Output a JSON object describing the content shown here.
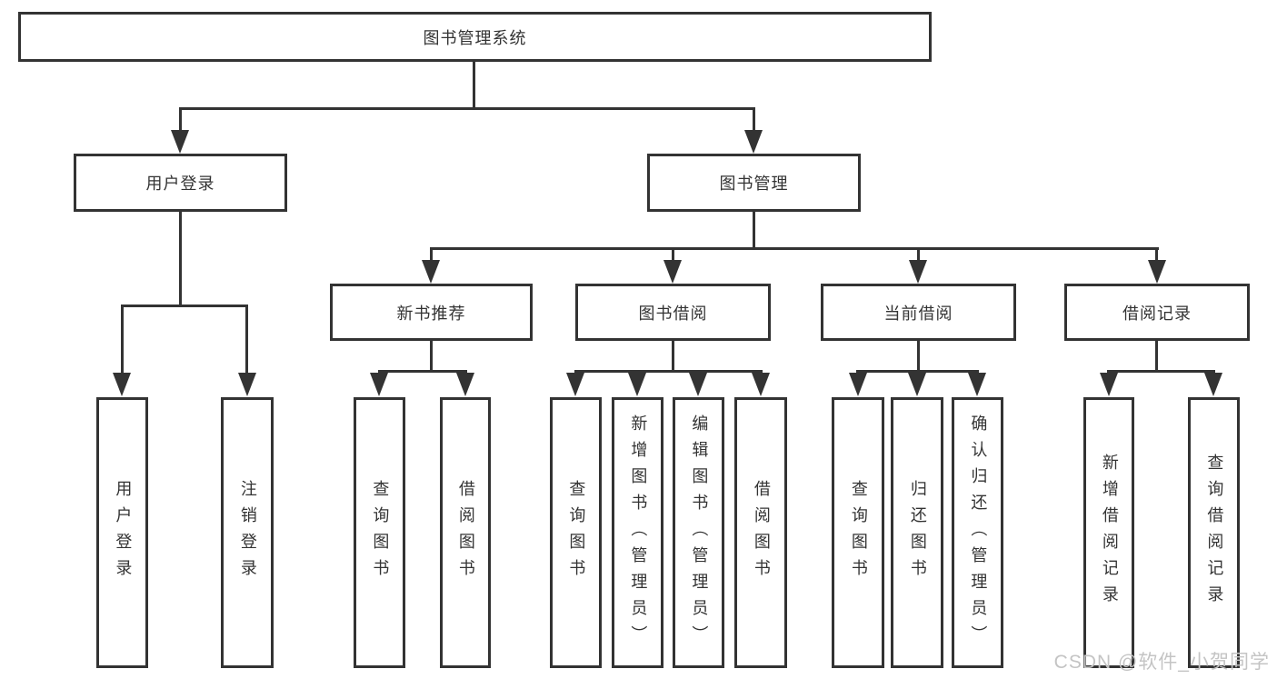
{
  "colors": {
    "line": "#333333",
    "box_background": "#ffffff",
    "watermark": "#c4c4c4"
  },
  "watermark": {
    "text": "CSDN @软件_小贺同学"
  },
  "tree": {
    "root": {
      "label": "图书管理系统"
    },
    "branches": [
      {
        "label": "用户登录",
        "children": [
          {
            "label": "用户登录"
          },
          {
            "label": "注销登录"
          }
        ]
      },
      {
        "label": "图书管理",
        "children": [
          {
            "label": "新书推荐",
            "children": [
              {
                "label": "查询图书"
              },
              {
                "label": "借阅图书"
              }
            ]
          },
          {
            "label": "图书借阅",
            "children": [
              {
                "label": "查询图书"
              },
              {
                "label": "新增图书（管理员）"
              },
              {
                "label": "编辑图书（管理员）"
              },
              {
                "label": "借阅图书"
              }
            ]
          },
          {
            "label": "当前借阅",
            "children": [
              {
                "label": "查询图书"
              },
              {
                "label": "归还图书"
              },
              {
                "label": "确认归还（管理员）"
              }
            ]
          },
          {
            "label": "借阅记录",
            "children": [
              {
                "label": "新增借阅记录"
              },
              {
                "label": "查询借阅记录"
              }
            ]
          }
        ]
      }
    ]
  }
}
